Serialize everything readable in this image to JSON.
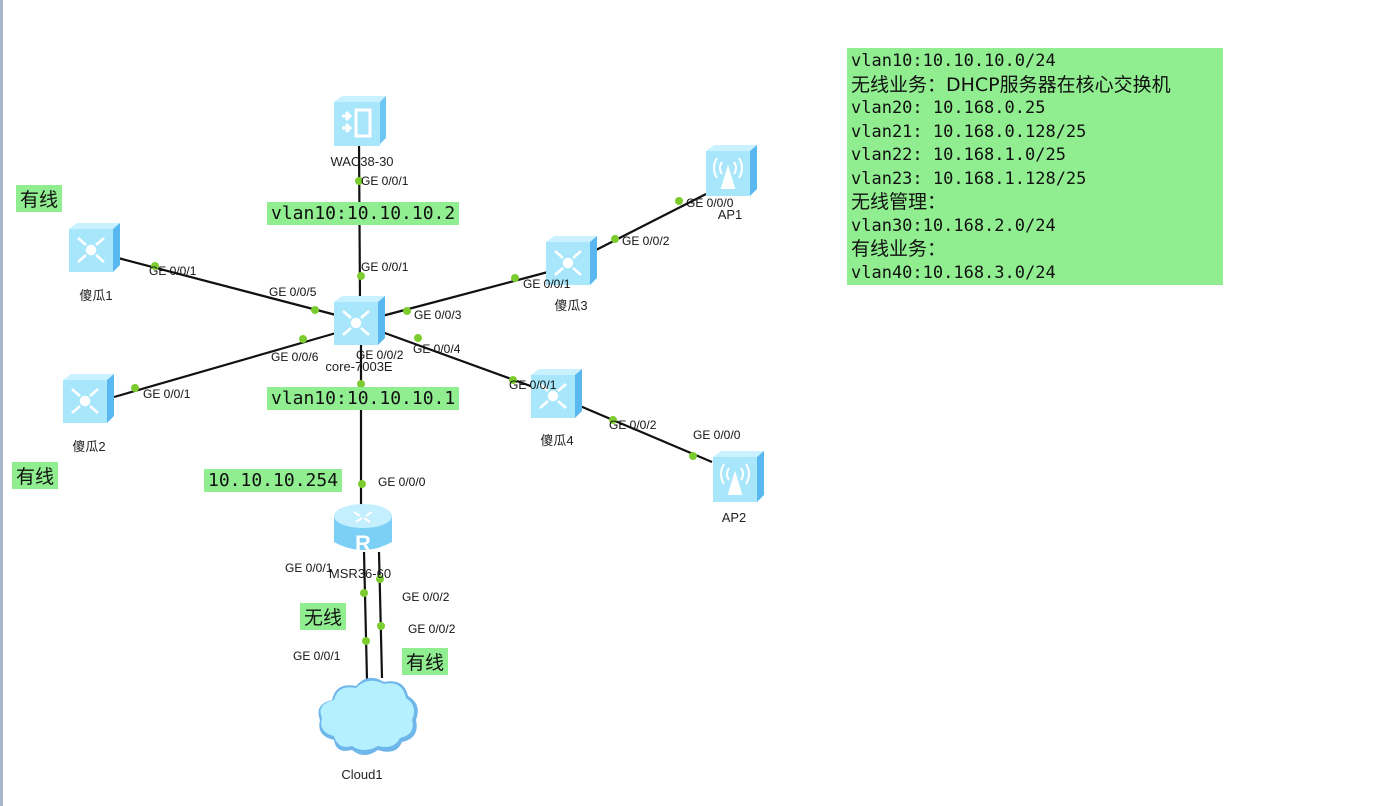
{
  "devices": {
    "wac": {
      "name": "WAC38-30",
      "type": "wireless-controller"
    },
    "core": {
      "name": "core-7003E",
      "type": "switch"
    },
    "sw1": {
      "name": "傻瓜1",
      "type": "switch"
    },
    "sw2": {
      "name": "傻瓜2",
      "type": "switch"
    },
    "sw3": {
      "name": "傻瓜3",
      "type": "switch"
    },
    "sw4": {
      "name": "傻瓜4",
      "type": "switch"
    },
    "ap1": {
      "name": "AP1",
      "type": "access-point"
    },
    "ap2": {
      "name": "AP2",
      "type": "access-point"
    },
    "router": {
      "name": "MSR36-60",
      "type": "router"
    },
    "cloud": {
      "name": "Cloud1",
      "type": "cloud"
    }
  },
  "ports": {
    "wac_p": "GE 0/0/1",
    "core_wac": "GE 0/0/1",
    "sw1_p": "GE 0/0/1",
    "core_sw1": "GE 0/0/5",
    "core_sw2": "GE 0/0/6",
    "sw2_p": "GE 0/0/1",
    "core_sw3": "GE 0/0/3",
    "core_sw4": "GE 0/0/4",
    "core_router": "GE 0/0/2",
    "sw3_core": "GE 0/0/1",
    "sw3_ap": "GE 0/0/2",
    "ap1_p": "GE 0/0/0",
    "sw4_core": "GE 0/0/1",
    "sw4_ap": "GE 0/0/2",
    "ap2_p": "GE 0/0/0",
    "router_core": "GE 0/0/0",
    "router_c1": "GE 0/0/1",
    "router_c2": "GE 0/0/2",
    "cloud_c1": "GE 0/0/1",
    "cloud_c2": "GE 0/0/2"
  },
  "notes": {
    "wired_top": "有线",
    "wac_ip": "vlan10:10.10.10.2",
    "core_ip": "vlan10:10.10.10.1",
    "wired_left": "有线",
    "router_ip": "10.10.10.254",
    "wireless_link": "无线",
    "wired_link": "有线"
  },
  "info_box": {
    "lines": [
      "vlan10:10.10.10.0/24",
      "无线业务：DHCP服务器在核心交换机",
      "vlan20: 10.168.0.25",
      "vlan21: 10.168.0.128/25",
      "vlan22: 10.168.1.0/25",
      "vlan23: 10.168.1.128/25",
      "无线管理：",
      "vlan30:10.168.2.0/24",
      "有线业务：",
      "vlan40:10.168.3.0/24"
    ]
  },
  "colors": {
    "note_bg": "#90ee90",
    "port_dot": "#7ccc30",
    "device": "#8fdcf5",
    "link": "#111111"
  }
}
